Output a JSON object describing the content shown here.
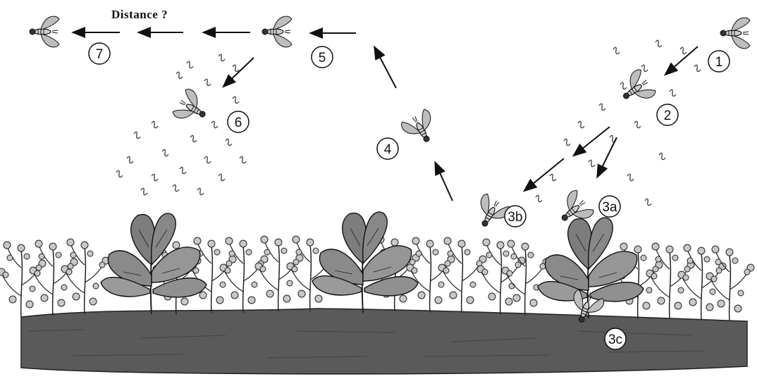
{
  "title": "Distance ?",
  "stages": [
    {
      "id": "s1",
      "label": "1"
    },
    {
      "id": "s2",
      "label": "2"
    },
    {
      "id": "s3a",
      "label": "3a"
    },
    {
      "id": "s3b",
      "label": "3b"
    },
    {
      "id": "s3c",
      "label": "3c"
    },
    {
      "id": "s4",
      "label": "4"
    },
    {
      "id": "s5",
      "label": "5"
    },
    {
      "id": "s6",
      "label": "6"
    },
    {
      "id": "s7",
      "label": "7"
    }
  ],
  "colors": {
    "ink": "#111111",
    "soil": "#5a5a5a",
    "leaf": "#8e8e8e",
    "wing": "#b9b9b9"
  }
}
